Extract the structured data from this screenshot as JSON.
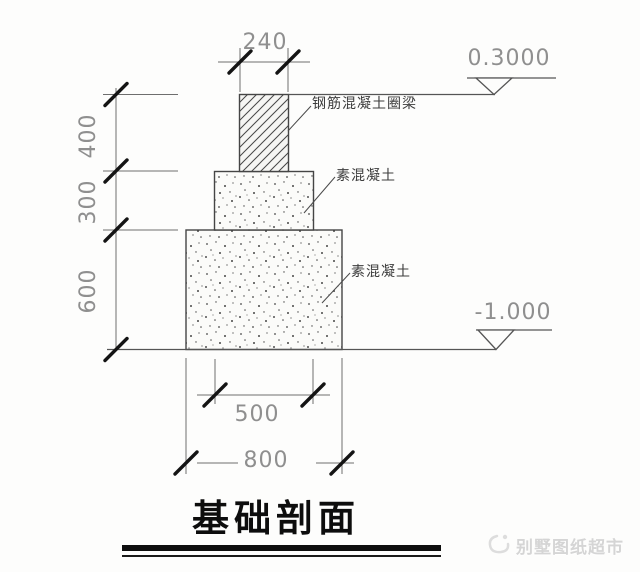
{
  "drawing": {
    "title": "基础剖面",
    "dimensions": {
      "beam_width": "240",
      "left_heights": [
        "400",
        "300",
        "600"
      ],
      "inner_width": "500",
      "outer_width": "800"
    },
    "elevations": {
      "top_level": "0.3000",
      "bottom_level": "-1.000"
    },
    "labels": {
      "ring_beam": "钢筋混凝土圈梁",
      "plain_concrete_mid": "素混凝土",
      "plain_concrete_footing": "素混凝土"
    },
    "watermark": "别墅图纸超市",
    "colors": {
      "line": "#4a4a4a",
      "tick": "#141414",
      "dim_text": "#8f8f8f",
      "label_text": "#3d3d3d",
      "title_text": "#0d0d0d",
      "watermark_text": "#d5d5d5"
    }
  }
}
